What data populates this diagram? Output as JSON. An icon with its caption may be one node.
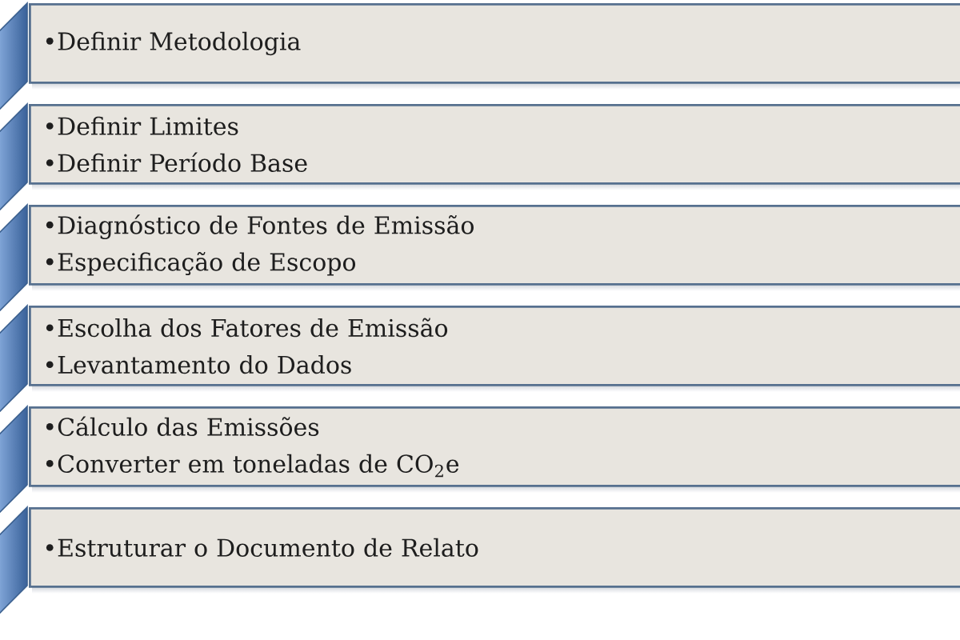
{
  "diagram": {
    "nodes": [
      {
        "text": [],
        "shape": "band"
      },
      {
        "text": [
          "•Definir Metodologia"
        ]
      },
      {
        "text": [],
        "shape": "band"
      },
      {
        "text": [
          "•Definir Limites",
          "•Definir Período Base"
        ]
      },
      {
        "text": [],
        "shape": "band"
      },
      {
        "text": [
          "•Diagnóstico de Fontes de Emissão",
          "•Especificação de Escopo"
        ]
      },
      {
        "text": [],
        "shape": "band"
      },
      {
        "text": [
          "•Escolha dos Fatores de Emissão",
          "•Levantamento do Dados"
        ]
      },
      {
        "text": [],
        "shape": "band"
      },
      {
        "text": [
          "•Cálculo das Emissões",
          "•Converter em toneladas de CO$_{2}$e"
        ]
      },
      {
        "text": [],
        "shape": "band"
      },
      {
        "text": [
          "•Estruturar o Documento de Relato"
        ]
      }
    ]
  }
}
